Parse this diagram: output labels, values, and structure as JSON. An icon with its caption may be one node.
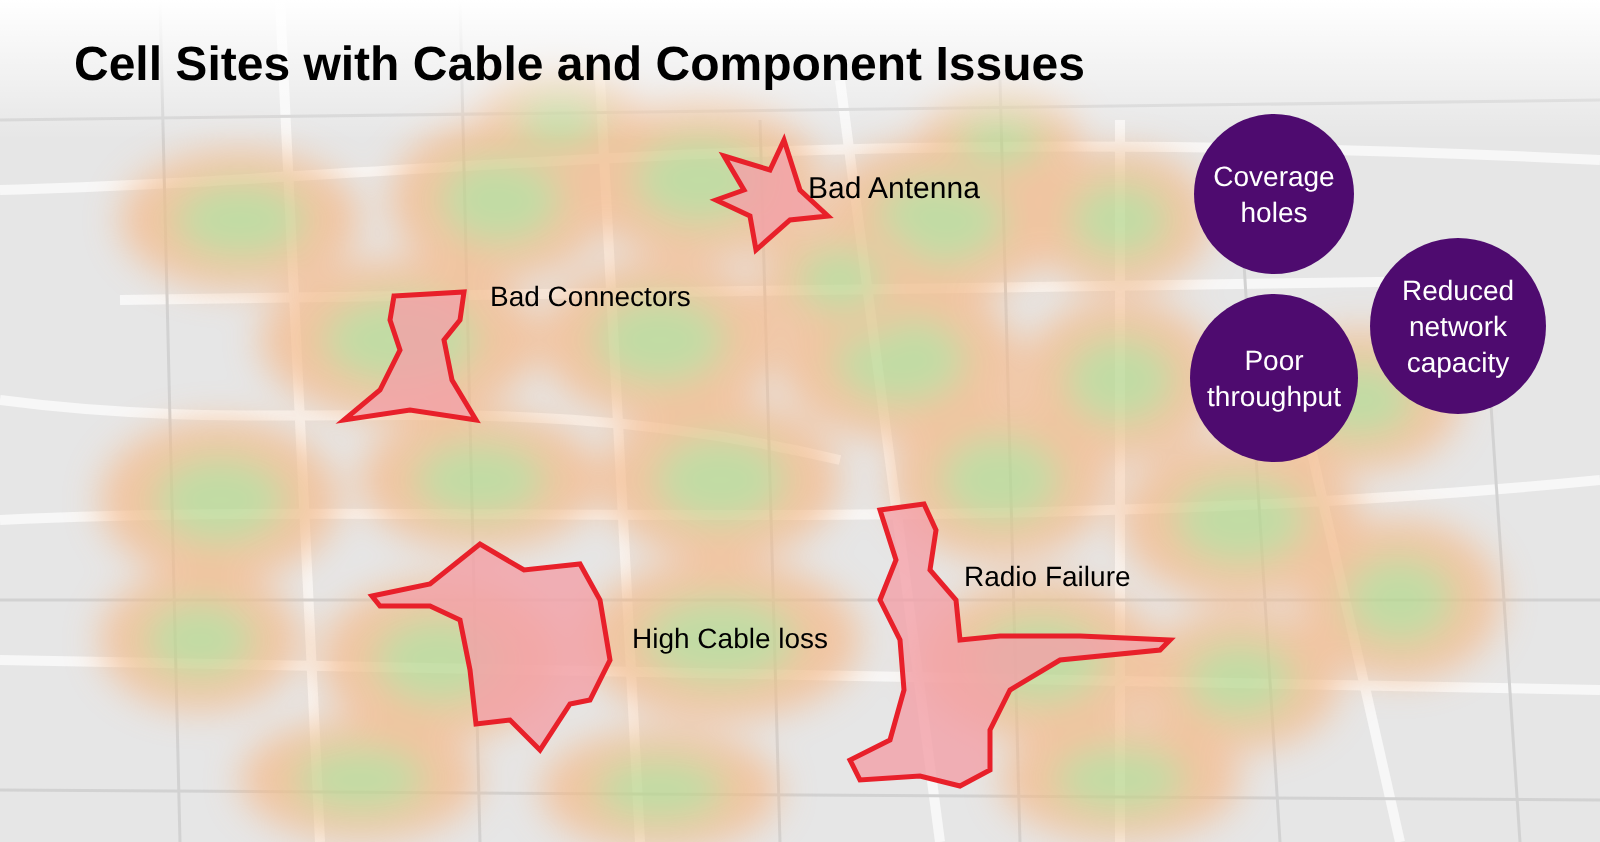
{
  "diagram": {
    "title": "Cell Sites with Cable and Component Issues",
    "nodes": [
      {
        "text": [
          "Coverage holes"
        ]
      },
      {
        "text": [
          "Reduced network capacity"
        ]
      },
      {
        "text": [
          "Poor throughput"
        ]
      }
    ],
    "labels": [
      "Bad Antenna",
      "Bad Connectors",
      "High Cable loss",
      "Radio Failure"
    ]
  }
}
